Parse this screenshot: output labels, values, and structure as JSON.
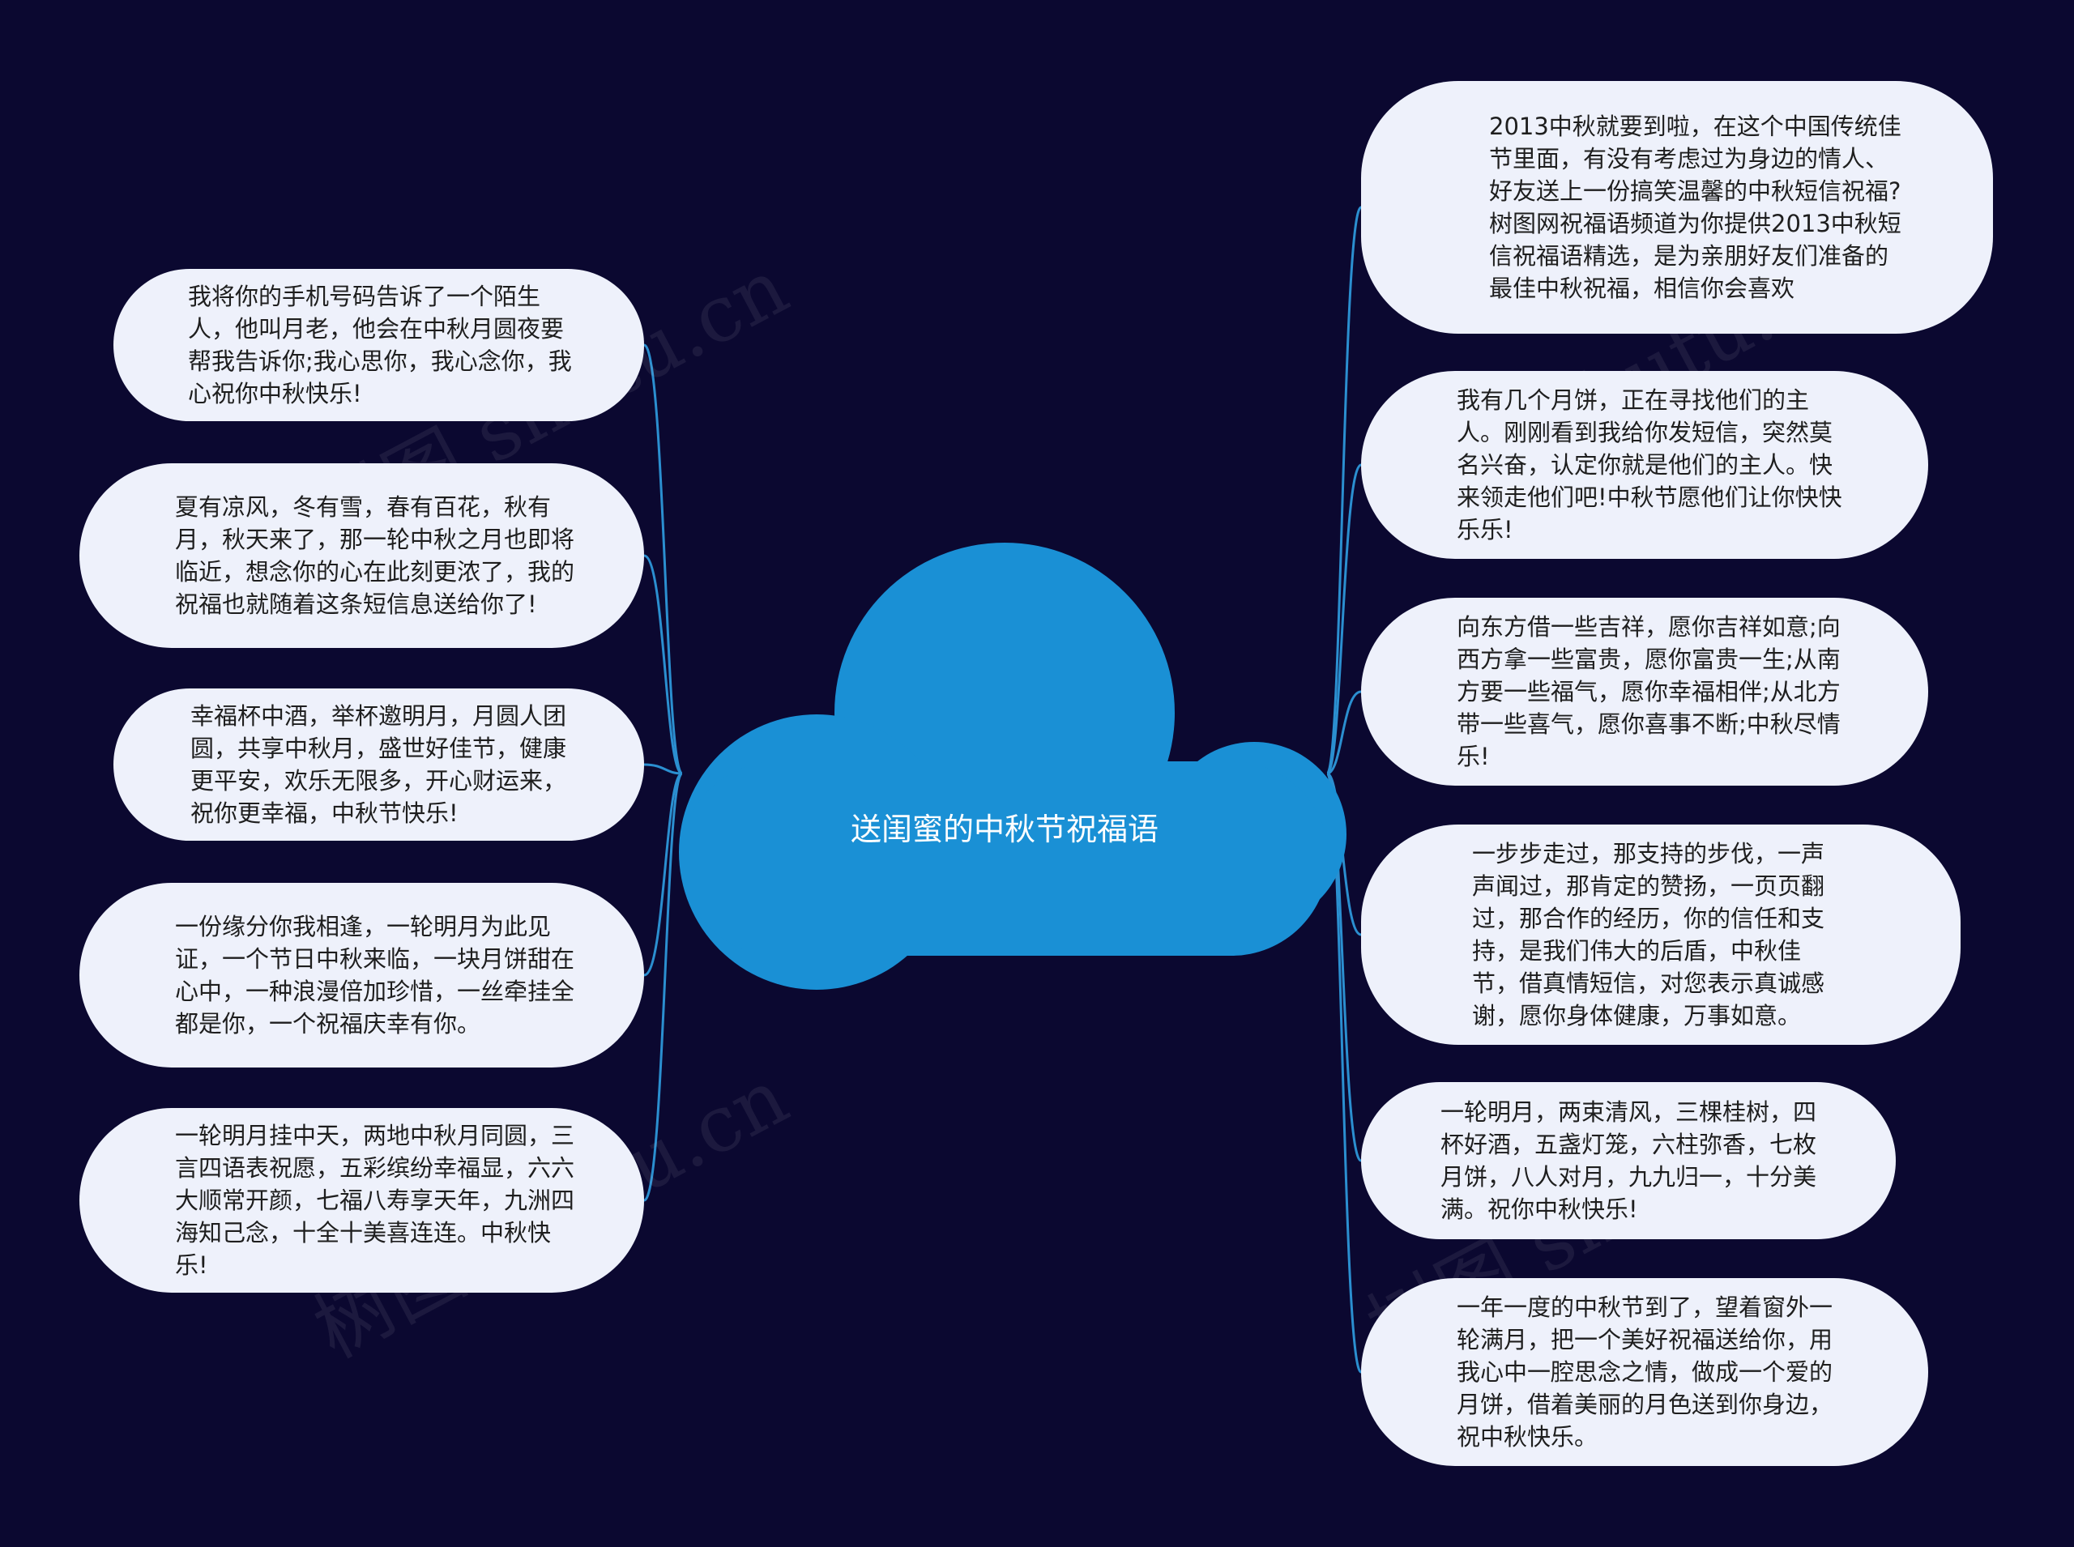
{
  "title": "送闺蜜的中秋节祝福语",
  "watermark": "树图 shutu.cn",
  "colors": {
    "background": "#0b0830",
    "root_fill": "#1a90d5",
    "link": "#2b8fd0",
    "node_fill": "#eef1fb",
    "node_text": "#1e1e1e"
  },
  "nodes": {
    "left": [
      {
        "text": "我将你的手机号码告诉了一个陌生人，他叫月老，他会在中秋月圆夜要帮我告诉你;我心思你，我心念你，我心祝你中秋快乐!"
      },
      {
        "text": "夏有凉风，冬有雪，春有百花，秋有月，秋天来了，那一轮中秋之月也即将临近，想念你的心在此刻更浓了，我的祝福也就随着这条短信息送给你了!"
      },
      {
        "text": "幸福杯中酒，举杯邀明月，月圆人团圆，共享中秋月，盛世好佳节，健康更平安，欢乐无限多，开心财运来，祝你更幸福，中秋节快乐!"
      },
      {
        "text": "一份缘分你我相逢，一轮明月为此见证，一个节日中秋来临，一块月饼甜在心中，一种浪漫倍加珍惜，一丝牵挂全都是你，一个祝福庆幸有你。"
      },
      {
        "text": "一轮明月挂中天，两地中秋月同圆，三言四语表祝愿，五彩缤纷幸福显，六六大顺常开颜，七福八寿享天年，九洲四海知己念，十全十美喜连连。中秋快乐!"
      }
    ],
    "right": [
      {
        "text": "2013中秋就要到啦，在这个中国传统佳节里面，有没有考虑过为身边的情人、好友送上一份搞笑温馨的中秋短信祝福?树图网祝福语频道为你提供2013中秋短信祝福语精选，是为亲朋好友们准备的最佳中秋祝福，相信你会喜欢"
      },
      {
        "text": "我有几个月饼，正在寻找他们的主人。刚刚看到我给你发短信，突然莫名兴奋，认定你就是他们的主人。快来领走他们吧!中秋节愿他们让你快快乐乐!"
      },
      {
        "text": "向东方借一些吉祥，愿你吉祥如意;向西方拿一些富贵，愿你富贵一生;从南方要一些福气，愿你幸福相伴;从北方带一些喜气，愿你喜事不断;中秋尽情乐!"
      },
      {
        "text": "一步步走过，那支持的步伐，一声声闻过，那肯定的赞扬，一页页翻过，那合作的经历，你的信任和支持，是我们伟大的后盾，中秋佳节，借真情短信，对您表示真诚感谢，愿你身体健康，万事如意。"
      },
      {
        "text": "一轮明月，两束清风，三棵桂树，四杯好酒，五盏灯笼，六柱弥香，七枚月饼，八人对月，九九归一，十分美满。祝你中秋快乐!"
      },
      {
        "text": "一年一度的中秋节到了，望着窗外一轮满月，把一个美好祝福送给你，用我心中一腔思念之情，做成一个爱的月饼，借着美丽的月色送到你身边，祝中秋快乐。"
      }
    ]
  }
}
